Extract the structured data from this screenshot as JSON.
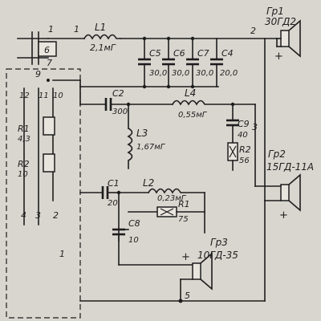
{
  "nodes": [
    "1",
    "1",
    "2",
    "3",
    "4",
    "5",
    "6",
    "7",
    "9",
    "10",
    "11",
    "12",
    "2",
    "1"
  ],
  "components": {
    "L1": {
      "ref": "L1",
      "value": "2,1мГ"
    },
    "L2": {
      "ref": "L2",
      "value": "0,23мГ"
    },
    "L3": {
      "ref": "L3",
      "value": "1,67мГ"
    },
    "L4": {
      "ref": "L4",
      "value": "0,55мГ"
    },
    "C1": {
      "ref": "C1",
      "value": "20"
    },
    "C2": {
      "ref": "C2",
      "value": "300"
    },
    "C4": {
      "ref": "C4",
      "value": "20,0"
    },
    "C5": {
      "ref": "C5",
      "value": "30,0"
    },
    "C6": {
      "ref": "C6",
      "value": "30,0"
    },
    "C7": {
      "ref": "C7",
      "value": "30,0"
    },
    "C8": {
      "ref": "C8",
      "value": "10"
    },
    "C9": {
      "ref": "C9",
      "value": "40"
    },
    "R1_main": {
      "ref": "R1",
      "value": "75"
    },
    "R2_main": {
      "ref": "R2",
      "value": "56"
    },
    "R1_sw": {
      "ref": "R1",
      "value": "4,3"
    },
    "R2_sw": {
      "ref": "R2",
      "value": "10"
    }
  },
  "speakers": {
    "gr1": {
      "ref": "Гр1",
      "model": "30ГД2",
      "polarity": "+"
    },
    "gr2": {
      "ref": "Гр2",
      "model": "15ГД-11А",
      "polarity": "+"
    },
    "gr3": {
      "ref": "Гр3",
      "model": "10ГД-35",
      "polarity": "+"
    }
  }
}
